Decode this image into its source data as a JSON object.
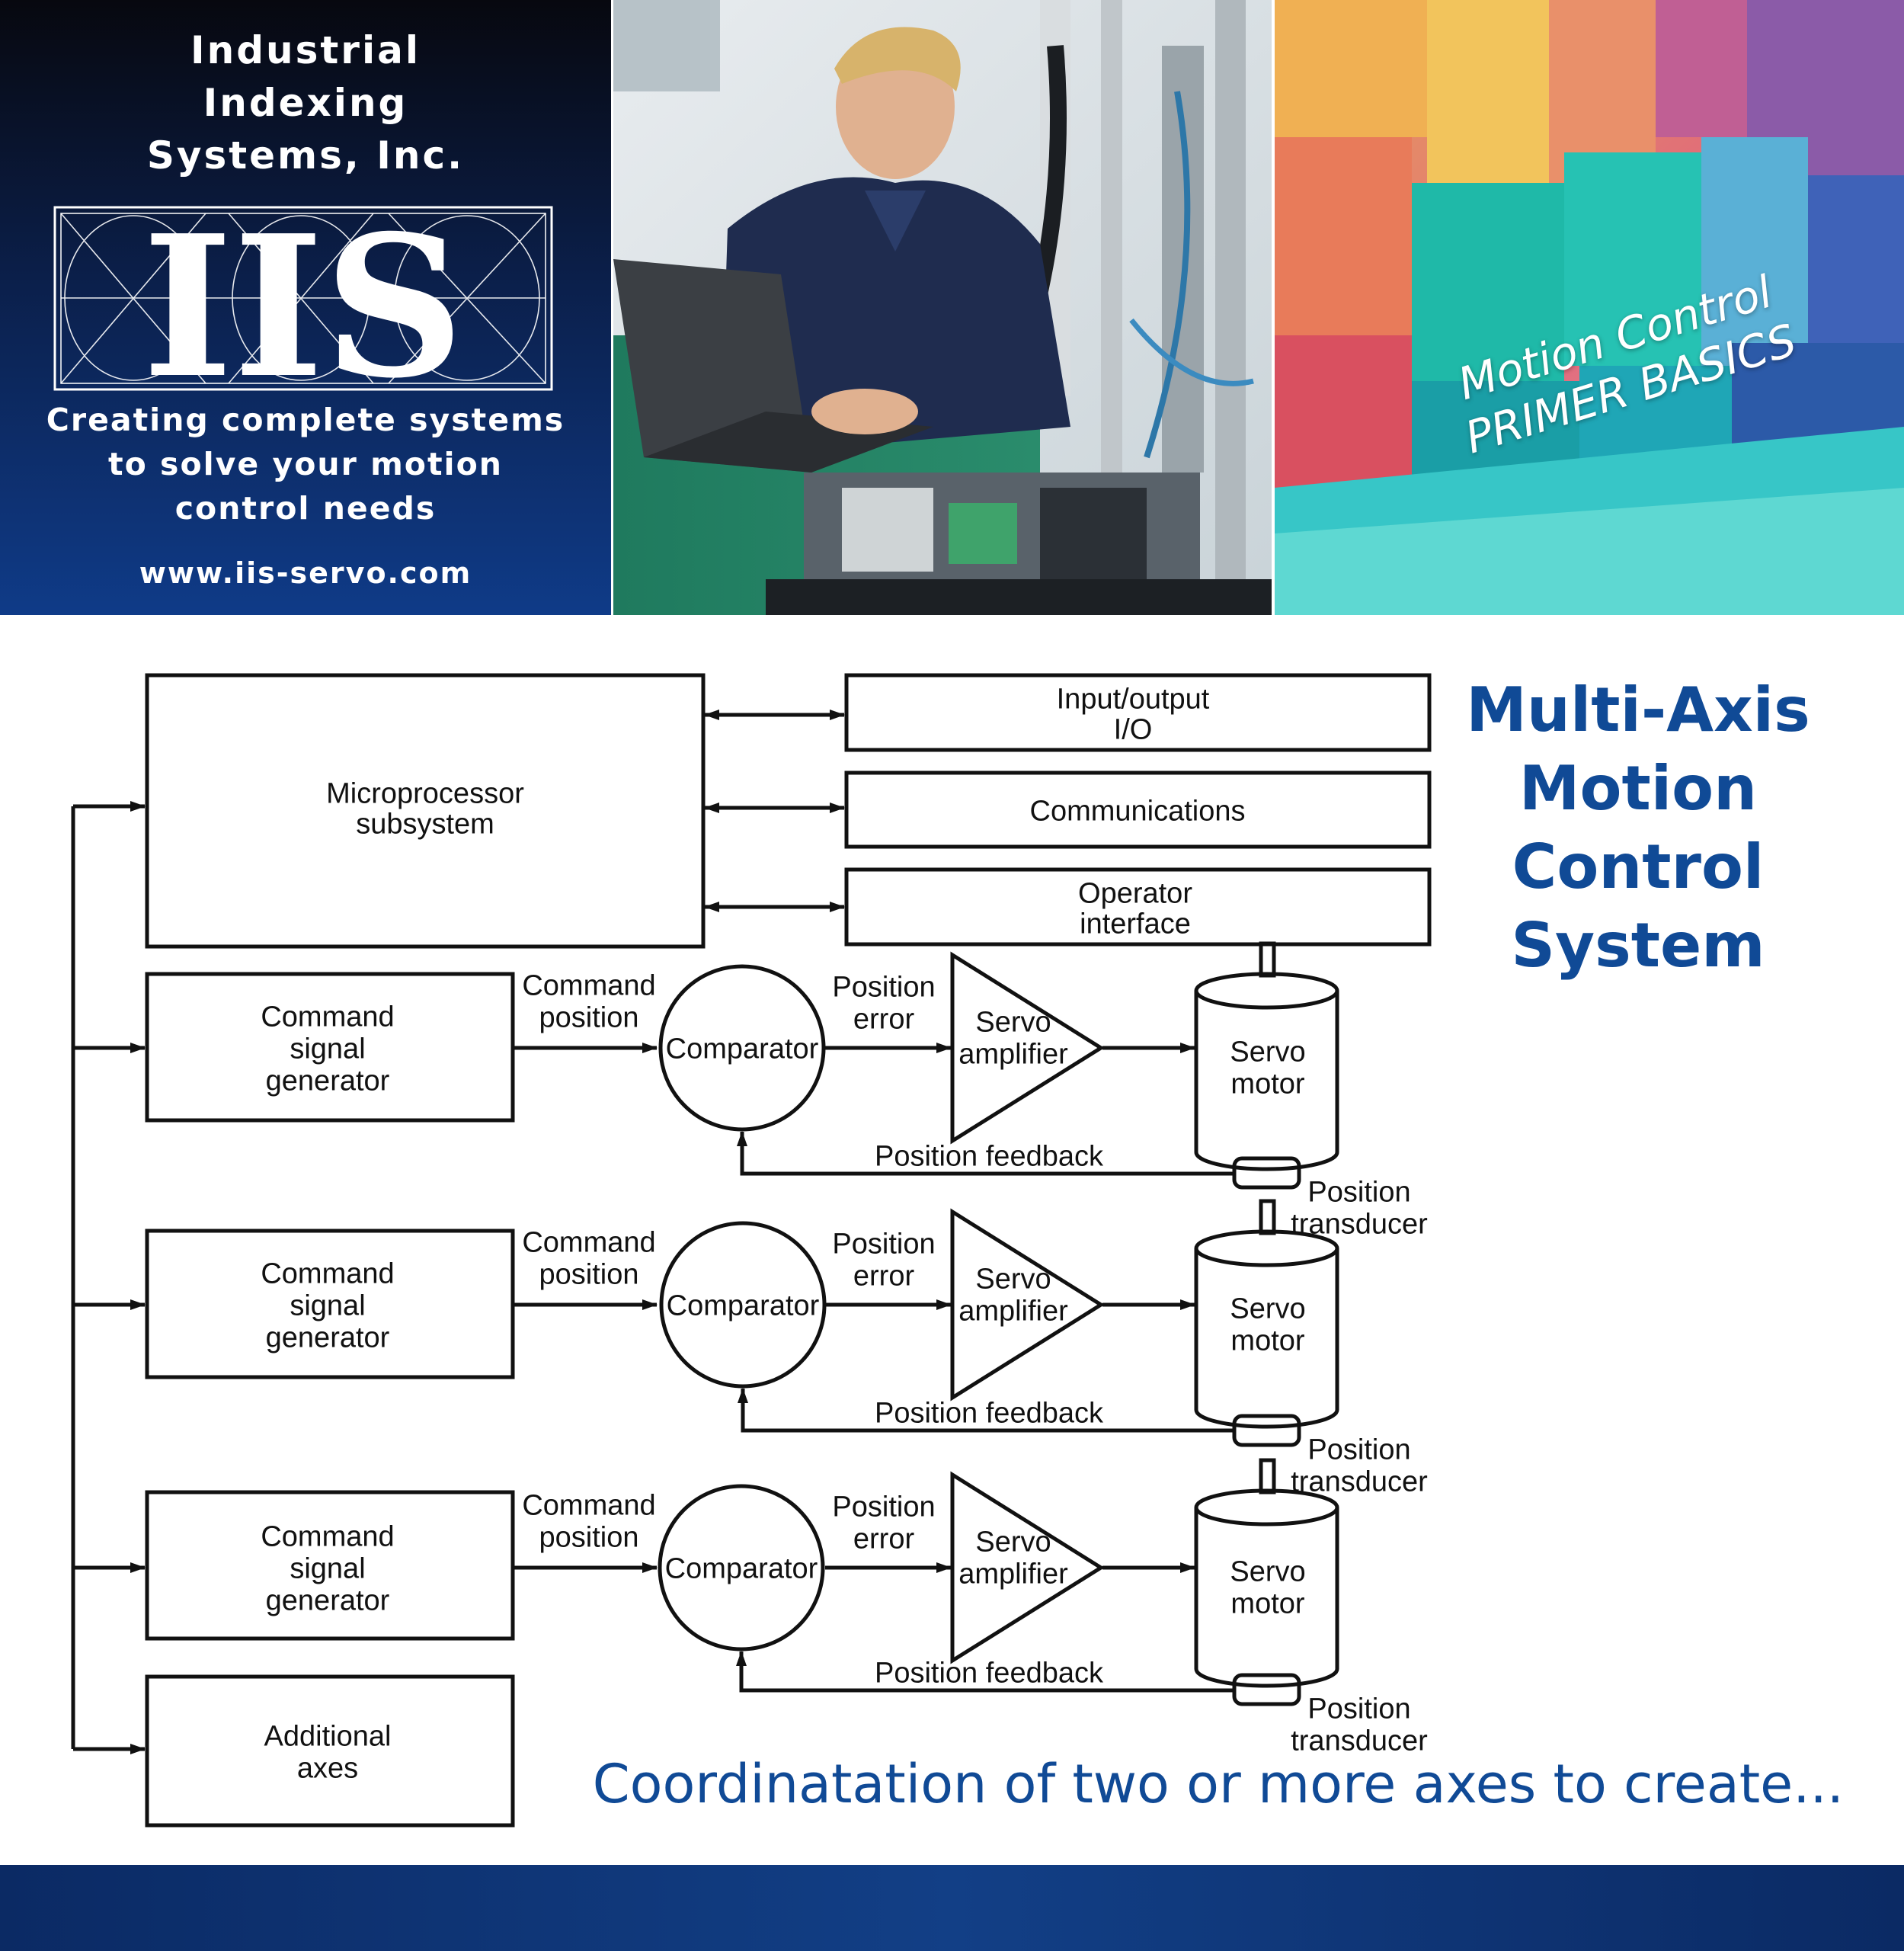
{
  "header": {
    "company_lines": [
      "Industrial",
      "Indexing",
      "Systems, Inc."
    ],
    "logo_text": "IIS",
    "tagline_lines": [
      "Creating complete systems",
      "to solve your motion",
      "control needs"
    ],
    "website": "www.iis-servo.com",
    "primer_lines": [
      "Motion Control",
      "PRIMER BASICS"
    ]
  },
  "diagram": {
    "blocks": {
      "microprocessor": [
        "Microprocessor",
        "subsystem"
      ],
      "io": [
        "Input/output",
        "I/O"
      ],
      "communications": [
        "Communications"
      ],
      "operator": [
        "Operator",
        "interface"
      ],
      "additional_axes": [
        "Additional",
        "axes"
      ]
    },
    "axis": {
      "command_generator": [
        "Command",
        "signal",
        "generator"
      ],
      "command_position": [
        "Command",
        "position"
      ],
      "comparator": "Comparator",
      "position_error": [
        "Position",
        "error"
      ],
      "servo_amplifier": [
        "Servo",
        "amplifier"
      ],
      "servo_motor": [
        "Servo",
        "motor"
      ],
      "position_feedback": "Position feedback",
      "position_transducer": [
        "Position",
        "transducer"
      ]
    }
  },
  "side_title_lines": [
    "Multi-Axis",
    "Motion",
    "Control",
    "System"
  ],
  "caption": "Coordinatation of two or more axes to create...",
  "colors": {
    "brand_blue": "#104a96",
    "footer_blue": "#123f86",
    "line": "#111111"
  }
}
